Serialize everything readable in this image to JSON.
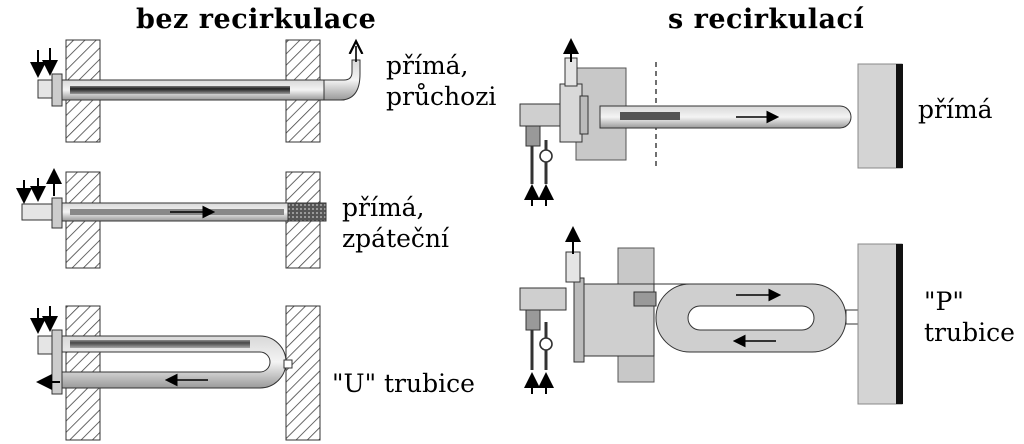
{
  "headings": {
    "left": "bez recirkulace",
    "right": "s recirkulací"
  },
  "variants": {
    "straight_through": {
      "line1": "přímá,",
      "line2": "průchozi"
    },
    "straight_return": {
      "line1": "přímá,",
      "line2": "zpáteční"
    },
    "u_tube": {
      "label": "\"U\" trubice"
    },
    "straight_recirc": {
      "label": "přímá"
    },
    "p_tube": {
      "line1": "\"P\"",
      "line2": "trubice"
    }
  }
}
